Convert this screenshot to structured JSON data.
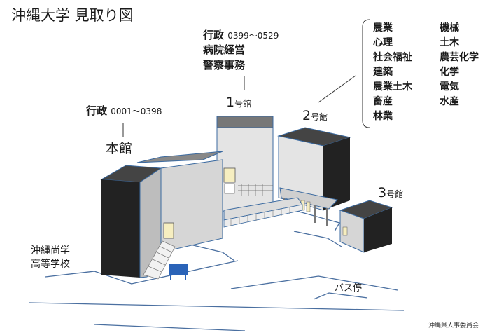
{
  "title": "沖縄大学 見取り図",
  "honkan": {
    "name": "本館",
    "office": "行政",
    "code": "0001～0398"
  },
  "hall1": {
    "num": "1",
    "suffix": "号館",
    "office": "行政",
    "code": "0399～0529",
    "extra_lines": [
      "病院経営",
      "警察事務"
    ]
  },
  "hall2": {
    "num": "2",
    "suffix": "号館",
    "departments_left": [
      "農業",
      "心理",
      "社会福祉",
      "建築",
      "農業土木",
      "畜産",
      "林業"
    ],
    "departments_right": [
      "機械",
      "土木",
      "農芸化学",
      "化学",
      "電気",
      "水産"
    ]
  },
  "hall3": {
    "num": "3",
    "suffix": "号館"
  },
  "neighbor_school": [
    "沖縄尚学",
    "高等学校"
  ],
  "bus_stop": "バス停",
  "footer": "沖縄県人事委員会",
  "colors": {
    "outline": "#3b6aa0",
    "dark_face": "#222222",
    "light_face": "#e4e4e4",
    "mid_face": "#bdbdbd",
    "window": "#f6eec0",
    "sign": "#2a63b8",
    "road": "#4a6fa0"
  }
}
